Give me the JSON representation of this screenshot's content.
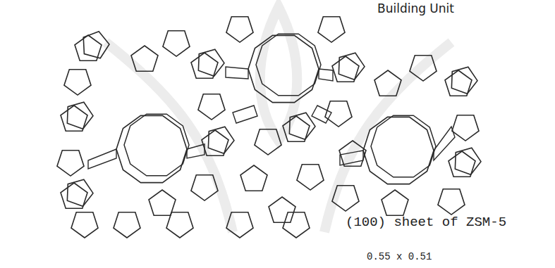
{
  "diagram": {
    "labels": [
      "Building Unit",
      "(100) sheet of ZSM-5",
      "0.55 x 0.51"
    ]
  }
}
